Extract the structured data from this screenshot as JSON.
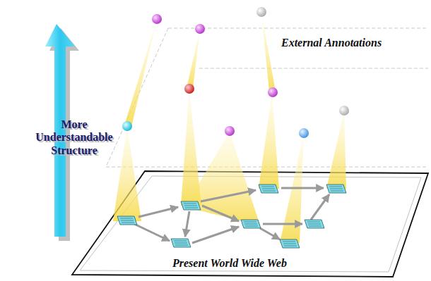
{
  "diagram": {
    "labels": [
      "External Annotations",
      "More Understandable Structure",
      "Present World Wide Web"
    ]
  }
}
